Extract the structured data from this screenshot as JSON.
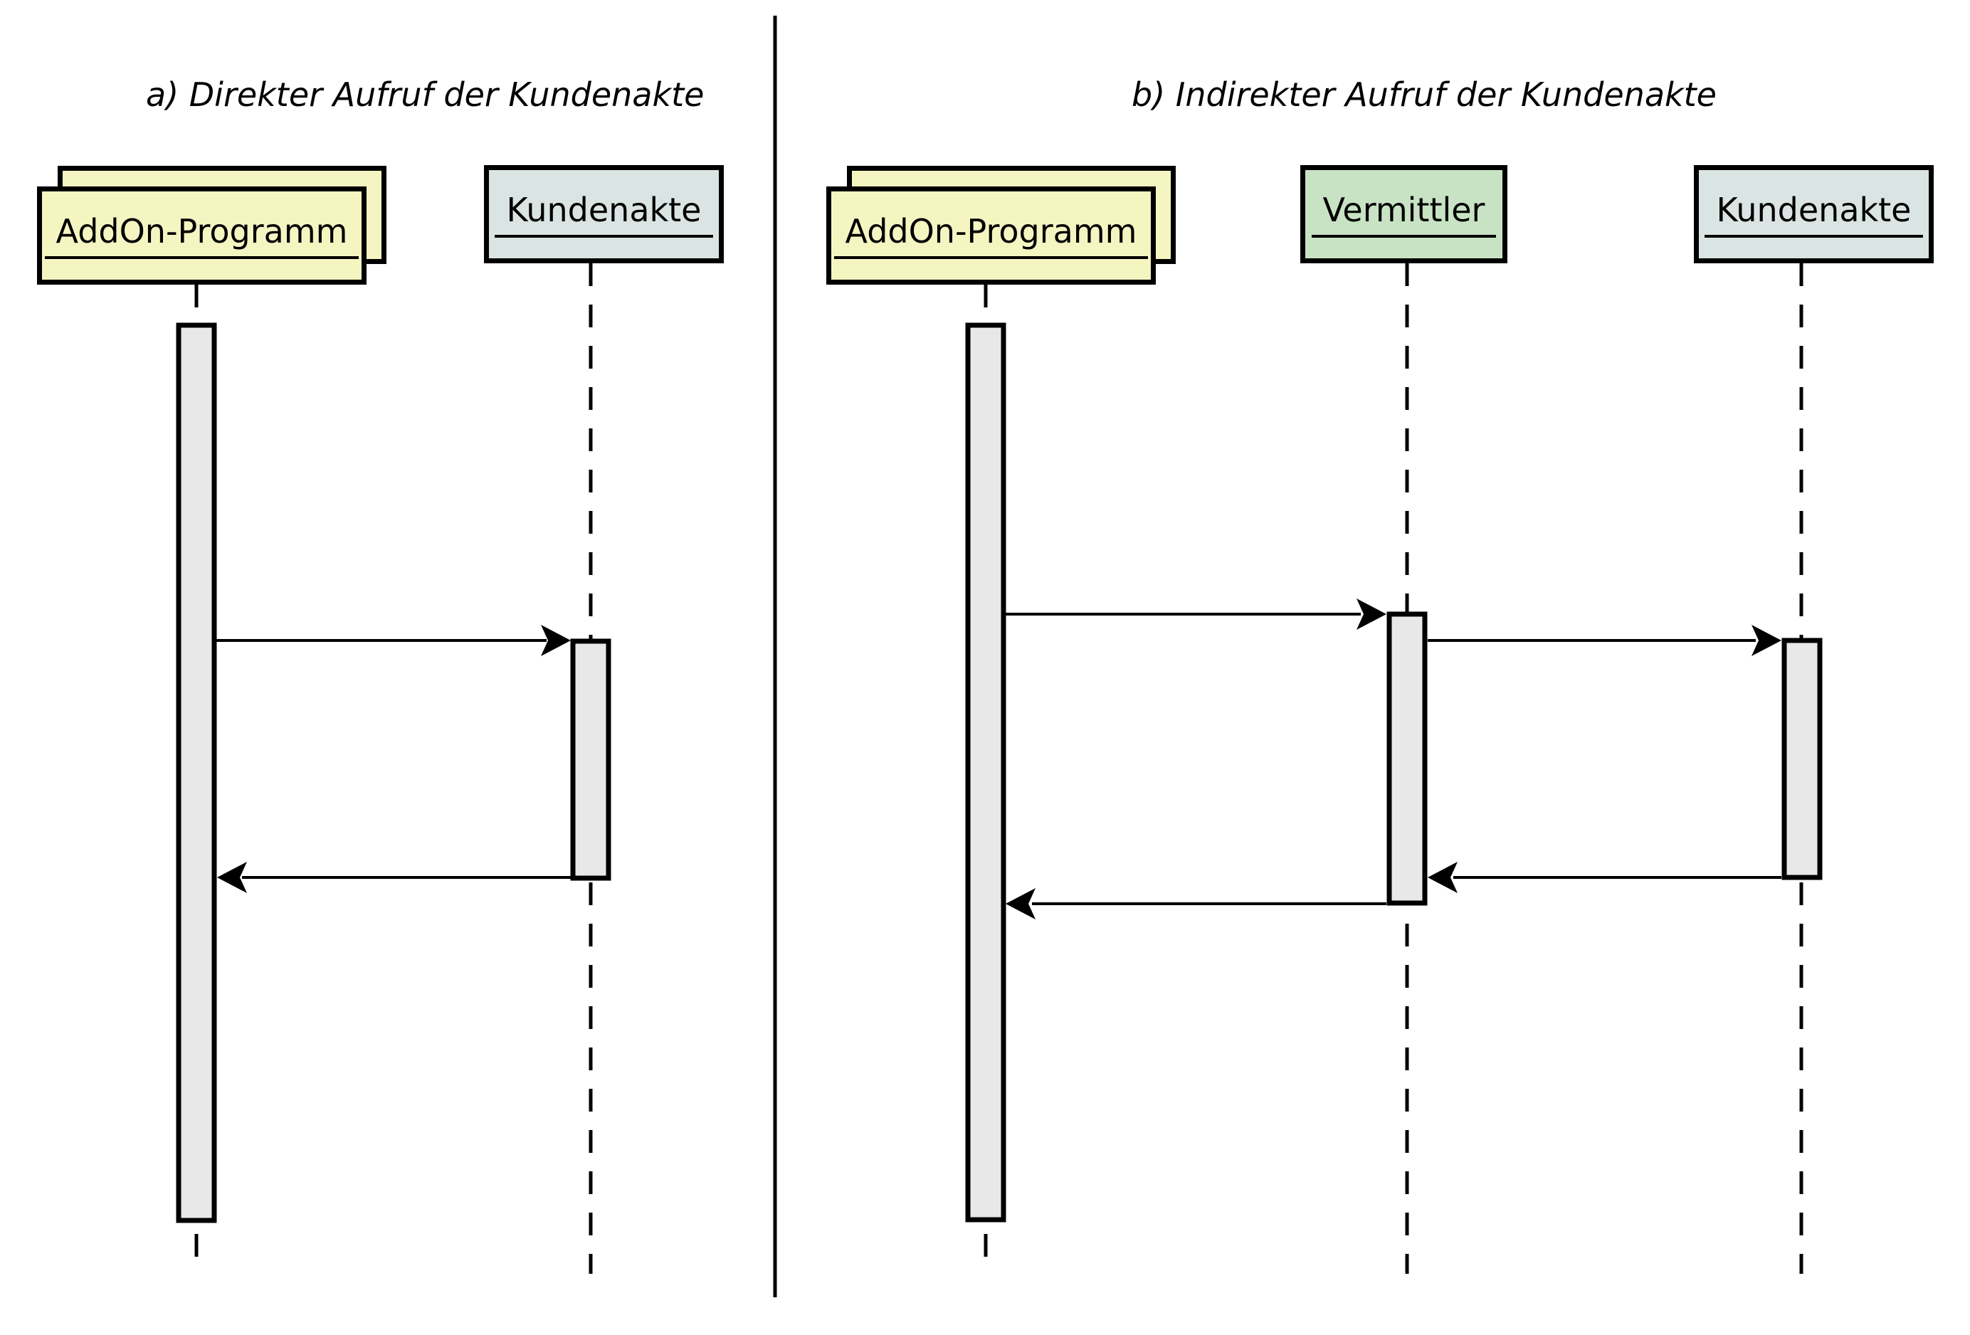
{
  "diagram": {
    "type": "uml-sequence-diagram",
    "panels": [
      {
        "id": "a",
        "title": "a) Direkter Aufruf der Kundenakte",
        "actors": [
          {
            "name": "AddOn-Programm",
            "multi_instance": true
          },
          {
            "name": "Kundenakte",
            "multi_instance": false
          }
        ],
        "messages": [
          {
            "from": "AddOn-Programm",
            "to": "Kundenakte",
            "kind": "call"
          },
          {
            "from": "Kundenakte",
            "to": "AddOn-Programm",
            "kind": "return"
          }
        ]
      },
      {
        "id": "b",
        "title": "b) Indirekter Aufruf der Kundenakte",
        "actors": [
          {
            "name": "AddOn-Programm",
            "multi_instance": true
          },
          {
            "name": "Vermittler",
            "multi_instance": false
          },
          {
            "name": "Kundenakte",
            "multi_instance": false
          }
        ],
        "messages": [
          {
            "from": "AddOn-Programm",
            "to": "Vermittler",
            "kind": "call"
          },
          {
            "from": "Vermittler",
            "to": "Kundenakte",
            "kind": "call"
          },
          {
            "from": "Kundenakte",
            "to": "Vermittler",
            "kind": "return"
          },
          {
            "from": "Vermittler",
            "to": "AddOn-Programm",
            "kind": "return"
          }
        ]
      }
    ],
    "colors": {
      "addon_fill": "#f5f5c2",
      "kundenakte_fill": "#dae5e3",
      "vermittler_fill": "#c8e3c4",
      "activation_fill": "#e8e8e8",
      "line": "#000000",
      "background": "#ffffff"
    }
  }
}
